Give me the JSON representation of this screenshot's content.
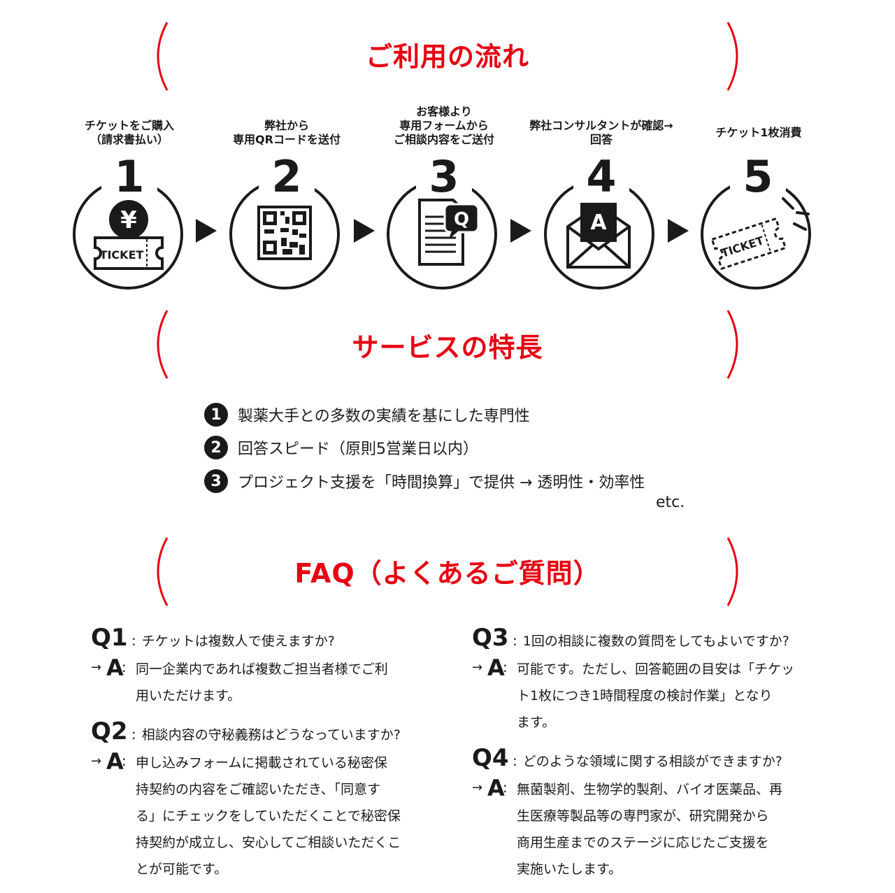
{
  "sections": {
    "flow_title": "ご利用の流れ",
    "features_title": "サービスの特長",
    "faq_title": "FAQ（よくあるご質問）"
  },
  "steps": [
    {
      "num": "1",
      "label_lines": [
        "チケットをご購入",
        "（請求書払い）"
      ],
      "icon": "ticket-yen-icon",
      "ticket_text": "TICKET",
      "yen": "¥"
    },
    {
      "num": "2",
      "label_lines": [
        "弊社から",
        "専用QRコードを送付"
      ],
      "icon": "qr-code-icon"
    },
    {
      "num": "3",
      "label_lines": [
        "お客様より",
        "専用フォームから",
        "ご相談内容をご送付"
      ],
      "icon": "document-question-icon",
      "bubble_text": "Q"
    },
    {
      "num": "4",
      "label_lines": [
        "弊社コンサルタントが確認→",
        "回答"
      ],
      "icon": "envelope-answer-icon",
      "badge_text": "A"
    },
    {
      "num": "5",
      "label_lines": [
        "チケット1枚消費"
      ],
      "icon": "ticket-consumed-icon",
      "ticket_text": "TICKET"
    }
  ],
  "features": [
    {
      "num": "1",
      "text": "製薬大手との多数の実績を基にした専門性"
    },
    {
      "num": "2",
      "text": "回答スピード（原則5営業日以内）"
    },
    {
      "num": "3",
      "text": "プロジェクト支援を「時間換算」で提供 → 透明性・効率性"
    }
  ],
  "features_etc": "etc.",
  "faq": {
    "left": [
      {
        "q": "Q1",
        "question": "チケットは複数人で使えますか?",
        "answer_lines": [
          "同一企業内であれば複数ご担当者様でご利",
          "用いただけます。"
        ]
      },
      {
        "q": "Q2",
        "question": "相談内容の守秘義務はどうなっていますか?",
        "answer_lines": [
          "申し込みフォームに掲載されている秘密保",
          "持契約の内容をご確認いただき、「同意す",
          "る」にチェックをしていただくことで秘密保",
          "持契約が成立し、安心してご相談いただくこ",
          "とが可能です。"
        ]
      }
    ],
    "right": [
      {
        "q": "Q3",
        "question": "1回の相談に複数の質問をしてもよいですか?",
        "answer_lines": [
          "可能です。ただし、回答範囲の目安は「チケッ",
          "ト1枚につき1時間程度の検討作業」となり",
          "ます。"
        ]
      },
      {
        "q": "Q4",
        "question": "どのような領域に関する相談ができますか?",
        "answer_lines": [
          "無菌製剤、生物学的製剤、バイオ医薬品、再",
          "生医療等製品等の専門家が、研究開発から",
          "商用生産までのステージに応じたご支援を",
          "実施いたします。"
        ]
      }
    ],
    "arrow": "→",
    "a_label": "A",
    "colon": ":"
  },
  "colors": {
    "accent": "#e60012",
    "ink": "#1a1a1a"
  }
}
